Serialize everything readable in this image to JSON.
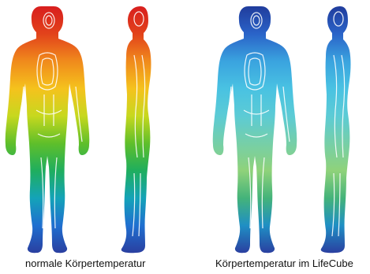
{
  "figures": [
    {
      "id": "normal",
      "caption": "normale Körpertemperatur",
      "gradient": [
        "#d81e1e",
        "#e2421b",
        "#f08a1c",
        "#f5c21d",
        "#c7d81e",
        "#5fbf2a",
        "#1fae5e",
        "#14a3b8",
        "#1f6fd0",
        "#2a3fa0"
      ]
    },
    {
      "id": "lifecube",
      "caption": "Körpertemperatur im LifeCube",
      "gradient": [
        "#203c9c",
        "#2a63c8",
        "#3aa3df",
        "#49c2e2",
        "#5ccbd5",
        "#76cfa8",
        "#8fd27a",
        "#44b37a",
        "#1f8fc4",
        "#2a3fa0"
      ]
    }
  ],
  "colors": {
    "background": "#ffffff",
    "contour": "#ffffff",
    "caption_text": "#111111"
  }
}
